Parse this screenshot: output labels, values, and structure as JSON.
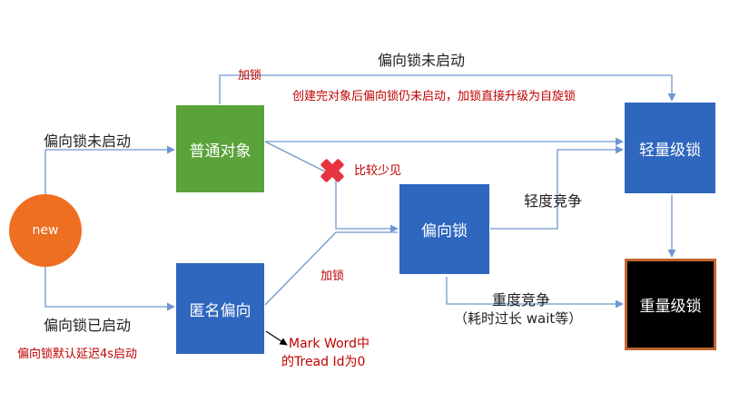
{
  "nodes": {
    "new": "new",
    "normal_object": "普通对象",
    "anonymous_bias": "匿名偏向",
    "biased_lock": "偏向锁",
    "lightweight_lock": "轻量级锁",
    "heavyweight_lock": "重量级锁"
  },
  "labels": {
    "bias_not_enabled_top": "偏向锁未启动",
    "bias_not_enabled_left": "偏向锁未启动",
    "bias_enabled": "偏向锁已启动",
    "bias_delay_note": "偏向锁默认延迟4s启动",
    "lock_top": "加锁",
    "lock_mid": "加锁",
    "upgrade_note": "创建完对象后偏向锁仍未启动，加锁直接升级为自旋锁",
    "rare": "比较少见",
    "light_contention": "轻度竞争",
    "heavy_contention_line1": "重度竞争",
    "heavy_contention_line2": "（耗时过长 wait等）",
    "mark_word_line1": "Mark Word中",
    "mark_word_line2": "的Tread Id为0"
  },
  "colors": {
    "line": "#6f97cf",
    "green_box": "#5aa33a",
    "blue_box": "#2f66be",
    "orange_circle": "#ee6e22",
    "heavy_border": "#c0652f",
    "red_text": "#c00000",
    "cross": "#e8323f"
  }
}
